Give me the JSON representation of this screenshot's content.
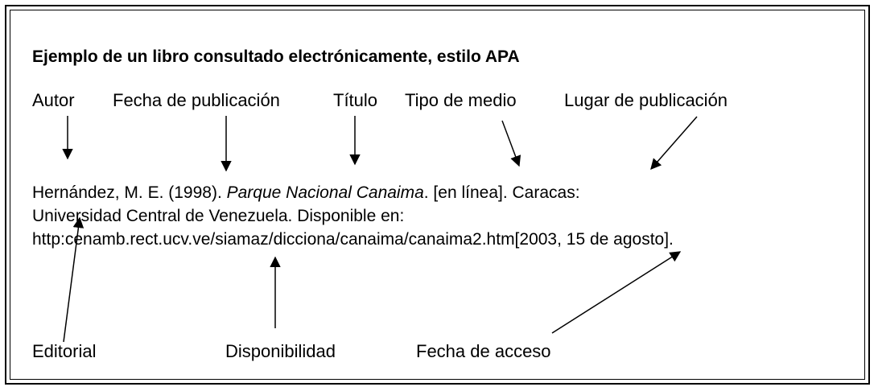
{
  "title": "Ejemplo de un libro consultado electrónicamente,  estilo APA",
  "top_labels": {
    "autor": "Autor",
    "fecha_publicacion": "Fecha de publicación",
    "titulo": "Título",
    "tipo_medio": "Tipo de medio",
    "lugar_publicacion": "Lugar de publicación"
  },
  "reference": {
    "line1_a": "Hernández, M. E. (1998). ",
    "line1_title": "Parque Nacional Canaima",
    "line1_b": ". [en línea]. Caracas:",
    "line2": "Universidad Central de Venezuela. Disponible en:",
    "line3": "http:cenamb.rect.ucv.ve/siamaz/dicciona/canaima/canaima2.htm[2003, 15 de agosto]."
  },
  "bottom_labels": {
    "editorial": "Editorial",
    "disponibilidad": "Disponibilidad",
    "fecha_acceso": "Fecha de acceso"
  }
}
